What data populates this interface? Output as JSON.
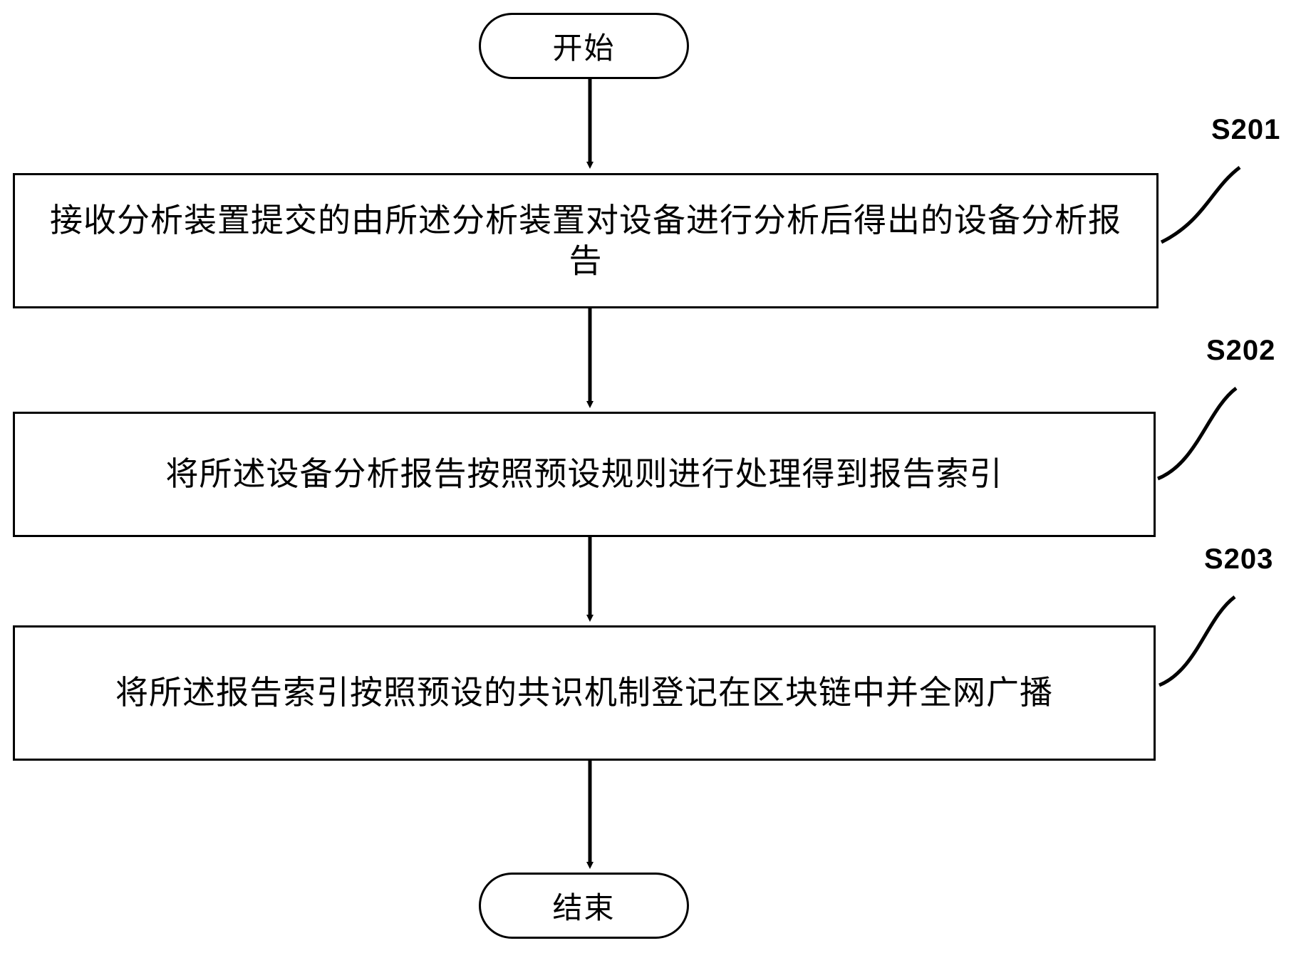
{
  "diagram": {
    "type": "flowchart",
    "orientation": "vertical",
    "nodes": [
      {
        "id": "start",
        "shape": "terminal",
        "label": "开始"
      },
      {
        "id": "s201",
        "shape": "process",
        "label": "接收分析装置提交的由所述分析装置对设备进行分析后得出的设备分析报告"
      },
      {
        "id": "s202",
        "shape": "process",
        "label": "将所述设备分析报告按照预设规则进行处理得到报告索引"
      },
      {
        "id": "s203",
        "shape": "process",
        "label": "将所述报告索引按照预设的共识机制登记在区块链中并全网广播"
      },
      {
        "id": "end",
        "shape": "terminal",
        "label": "结束"
      }
    ],
    "step_labels": [
      {
        "id": "label-s201",
        "text": "S201"
      },
      {
        "id": "label-s202",
        "text": "S202"
      },
      {
        "id": "label-s203",
        "text": "S203"
      }
    ],
    "colors": {
      "stroke": "#000000",
      "fill": "#ffffff",
      "text": "#000000"
    }
  }
}
